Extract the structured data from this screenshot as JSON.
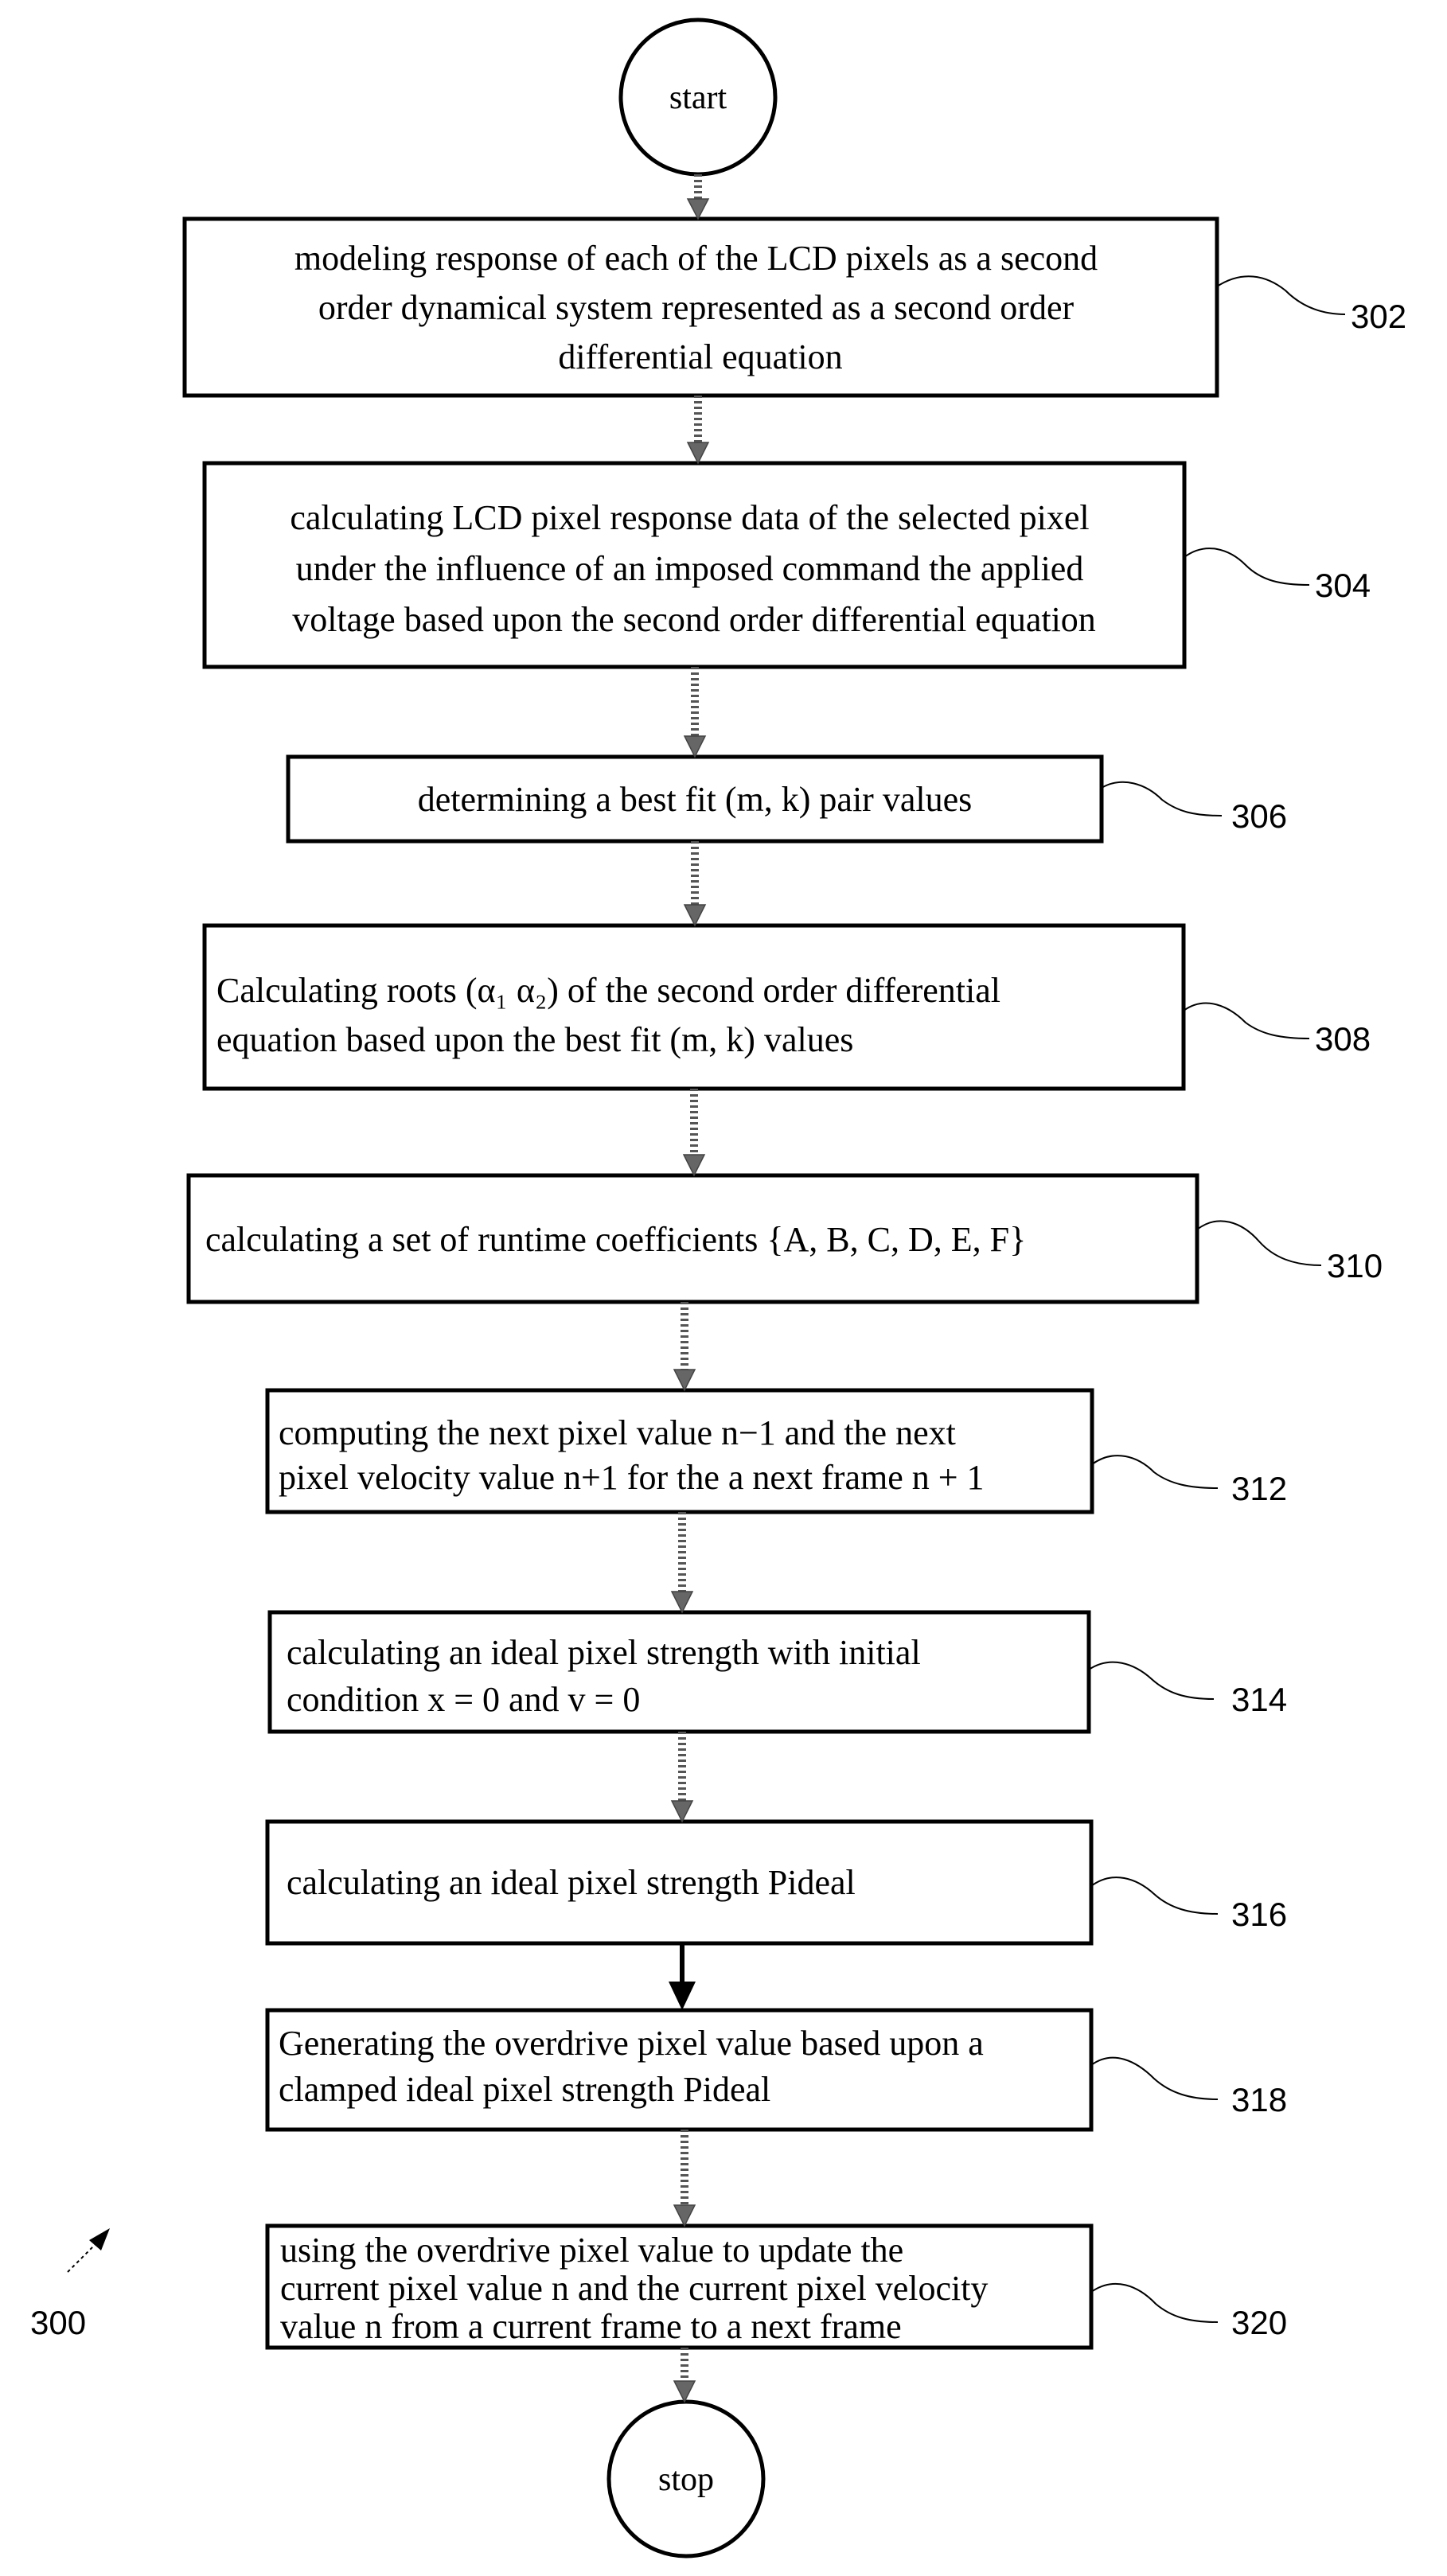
{
  "figure_label": "300",
  "start_label": "start",
  "stop_label": "stop",
  "steps": [
    {
      "ref": "302",
      "lines": [
        "modeling response of each of the LCD pixels as a second",
        "order dynamical system represented as a second order",
        "differential equation"
      ]
    },
    {
      "ref": "304",
      "lines": [
        "calculating LCD pixel response data of the selected pixel",
        "under the influence of an imposed command the applied",
        "voltage  based upon the second order differential equation"
      ]
    },
    {
      "ref": "306",
      "lines": [
        "determining a best fit (m, k) pair values"
      ]
    },
    {
      "ref": "308",
      "lines": [
        "Calculating roots (α₁ α₂) of the second order differential",
        "equation based upon the best fit (m, k)  values"
      ]
    },
    {
      "ref": "310",
      "lines": [
        "calculating a set of runtime coefficients {A, B, C, D, E, F}"
      ]
    },
    {
      "ref": "312",
      "lines": [
        "computing the next pixel value n−1 and the next",
        "pixel velocity value n+1 for the a next frame n + 1"
      ]
    },
    {
      "ref": "314",
      "lines": [
        "calculating an ideal pixel strength with initial",
        "condition x = 0 and v = 0"
      ]
    },
    {
      "ref": "316",
      "lines": [
        "calculating an ideal pixel strength Pideal"
      ]
    },
    {
      "ref": "318",
      "lines": [
        "Generating the overdrive pixel value based upon a",
        "clamped ideal pixel strength Pideal"
      ]
    },
    {
      "ref": "320",
      "lines": [
        "using the overdrive pixel value to update the",
        "current pixel value n and the current pixel velocity",
        "value n from a current frame to a next frame"
      ]
    }
  ]
}
